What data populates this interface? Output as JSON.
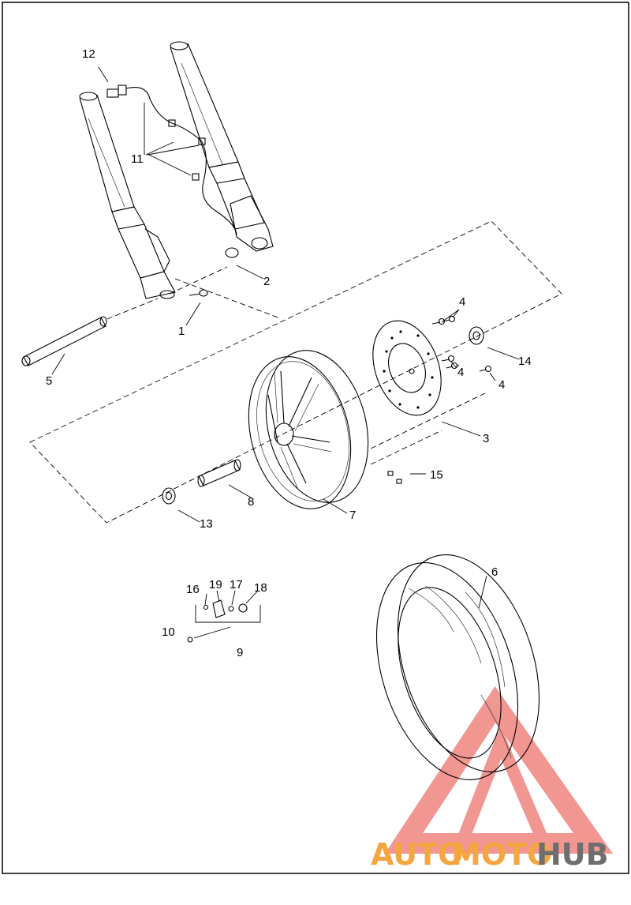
{
  "callouts": {
    "c1": "1",
    "c2": "2",
    "c3": "3",
    "c4a": "4",
    "c4b": "4",
    "c4c": "4",
    "c5": "5",
    "c6": "6",
    "c7": "7",
    "c8": "8",
    "c9": "9",
    "c10": "10",
    "c11": "11",
    "c12": "12",
    "c13": "13",
    "c14": "14",
    "c15": "15",
    "c16": "16",
    "c17": "17",
    "c18": "18",
    "c19": "19"
  },
  "watermark": {
    "part1": "AUTO",
    "part2": "MOTO",
    "part3": "HUB",
    "colors": {
      "orange": "#f4a640",
      "gray": "#6e6e6e",
      "red": "#e8413a"
    }
  }
}
